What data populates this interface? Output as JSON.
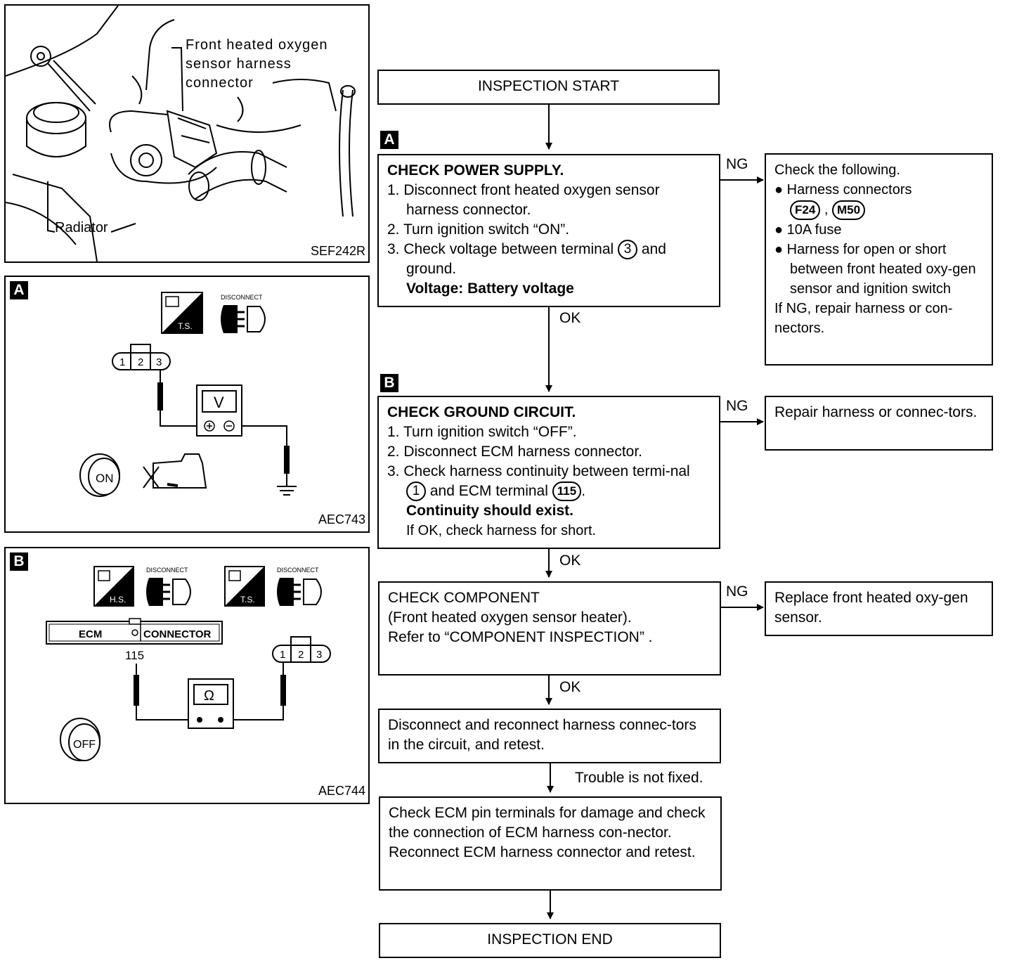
{
  "top_figure": {
    "connector_label": [
      "Front heated oxygen",
      "sensor harness",
      "connector"
    ],
    "radiator_label": "Radiator",
    "code": "SEF242R"
  },
  "panel_a": {
    "tag": "A",
    "ts_label": "T.S.",
    "disconnect_label": "DISCONNECT",
    "pins": [
      "1",
      "2",
      "3"
    ],
    "meter": "V",
    "key_label": "ON",
    "code": "AEC743"
  },
  "panel_b": {
    "tag": "B",
    "hs_label": "H.S.",
    "ts_label": "T.S.",
    "disconnect_label": "DISCONNECT",
    "ecm_label": "ECM",
    "connector_label": "CONNECTOR",
    "terminal": "115",
    "pins": [
      "1",
      "2",
      "3"
    ],
    "meter": "Ω",
    "key_label": "OFF",
    "code": "AEC744"
  },
  "flow": {
    "start": "INSPECTION START",
    "end": "INSPECTION END",
    "tag_a": "A",
    "tag_b": "B",
    "ng": "NG",
    "ok": "OK",
    "not_fixed": "Trouble is not fixed.",
    "step_a": {
      "title": "CHECK POWER SUPPLY.",
      "s1": "1. Disconnect front heated oxygen sensor harness connector.",
      "s2": "2. Turn ignition switch “ON”.",
      "s3_pre": "3. Check voltage between terminal",
      "s3_term": "3",
      "s3_post": "and ground.",
      "spec": "Voltage: Battery voltage"
    },
    "ng_a": {
      "head": "Check the following.",
      "b1": "Harness connectors",
      "c1": "F24",
      "c2": "M50",
      "b2": "10A fuse",
      "b3": "Harness for open or short between front heated oxy-gen sensor and ignition switch",
      "tail": "If NG, repair harness or con-nectors."
    },
    "step_b": {
      "title": "CHECK GROUND CIRCUIT.",
      "s1": "1. Turn ignition switch “OFF”.",
      "s2": "2. Disconnect ECM harness connector.",
      "s3_pre": "3. Check harness continuity between termi-nal",
      "s3_term": "1",
      "s3_mid": "and ECM terminal",
      "s3_ecm": "115",
      "spec": "Continuity should exist.",
      "note": "If OK, check harness for short."
    },
    "ng_b": "Repair harness or connec-tors.",
    "step_c": {
      "l1": "CHECK COMPONENT",
      "l2": "(Front heated oxygen sensor heater).",
      "l3": "Refer to “COMPONENT INSPECTION” ."
    },
    "ng_c": "Replace front heated oxy-gen sensor.",
    "step_d": "Disconnect and reconnect harness connec-tors in the circuit, and retest.",
    "step_e": "Check ECM pin terminals for damage and check the connection of ECM harness con-nector. Reconnect ECM harness connector and retest."
  }
}
